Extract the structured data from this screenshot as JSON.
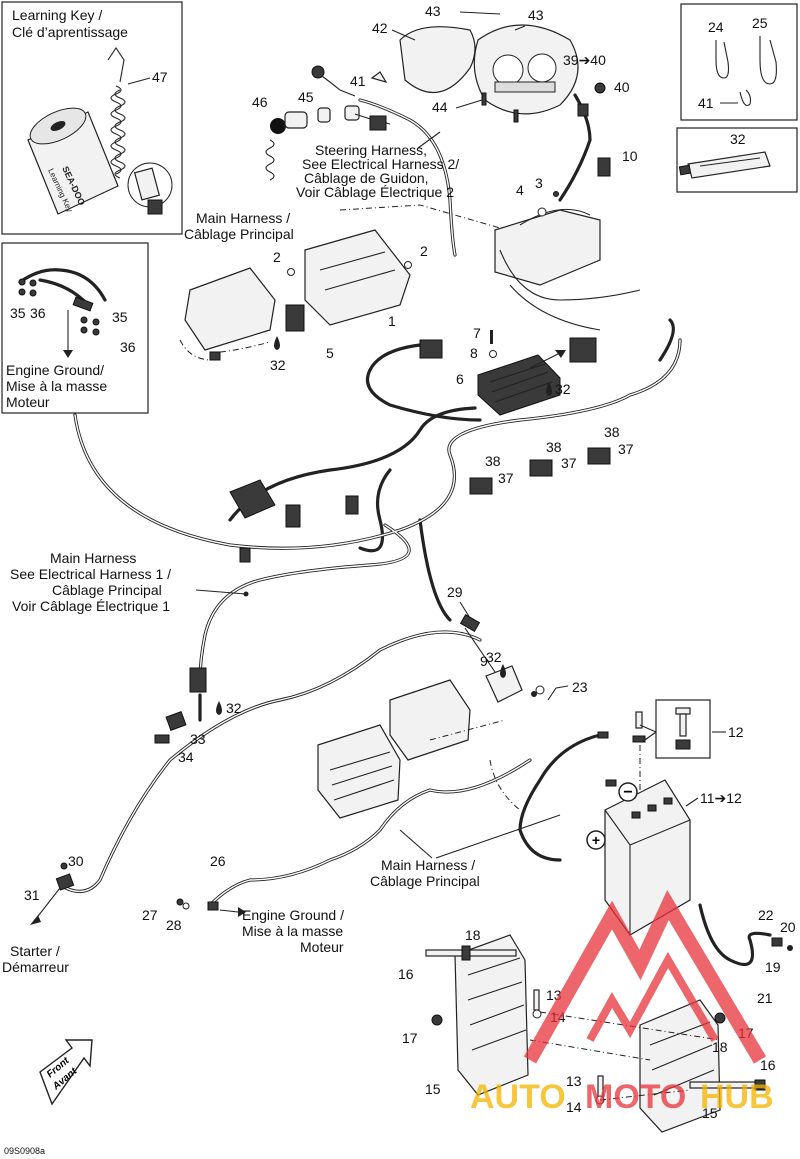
{
  "diagram_code": "09S0908a",
  "watermark": {
    "text_left": "AUTO",
    "text_mid": "MOTO",
    "text_right": "HUB",
    "color": "#e8333a",
    "accent": "#f4b400"
  },
  "boxes": {
    "learning_key": {
      "line1": "Learning Key /",
      "line2": "Clé d’aprentissage",
      "key_text1": "SEA-DOO",
      "key_text2": "Learning Key"
    },
    "engine_ground_top": {
      "line1": "Engine Ground/",
      "line2": "Mise à la masse",
      "line3": "Moteur"
    }
  },
  "labels": {
    "steering_harness": {
      "line1": "Steering Harness,",
      "line2": "See Electrical Harness 2/",
      "line3": "Câblage de Guidon,",
      "line4": "Voir Câblage Électrique 2"
    },
    "main_harness_top": {
      "line1": "Main Harness /",
      "line2": "Câblage Principal"
    },
    "main_harness_left": {
      "line1": "Main Harness",
      "line2": "See Electrical Harness 1 /",
      "line3": "Câblage Principal",
      "line4": "Voir Câblage Électrique 1"
    },
    "main_harness_bottom": {
      "line1": "Main Harness /",
      "line2": "Câblage Principal"
    },
    "engine_ground_bottom": {
      "line1": "Engine Ground /",
      "line2": "Mise à la masse",
      "line3": "Moteur"
    },
    "starter": {
      "line1": "Starter /",
      "line2": "Démarreur"
    },
    "front": {
      "line1": "Front",
      "line2": "Avant"
    },
    "battery_minus": "−",
    "battery_plus": "+"
  },
  "callouts": {
    "c43a": "43",
    "c43b": "43",
    "c42": "42",
    "c39_40": "39➔40",
    "c40": "40",
    "c41a": "41",
    "c46": "46",
    "c45": "45",
    "c47": "47",
    "c44": "44",
    "c24": "24",
    "c25": "25",
    "c41b": "41",
    "c32box": "32",
    "c10": "10",
    "c3": "3",
    "c4": "4",
    "c2a": "2",
    "c2b": "2",
    "c1": "1",
    "c5": "5",
    "c32a": "32",
    "c7": "7",
    "c8": "8",
    "c6": "6",
    "c32b": "32",
    "c35a": "35",
    "c36a": "36",
    "c35b": "35",
    "c36b": "36",
    "c38a": "38",
    "c37a": "37",
    "c38b": "38",
    "c37b": "37",
    "c38c": "38",
    "c37c": "37",
    "c29": "29",
    "c9": "9",
    "c32c": "32",
    "c23": "23",
    "c32d": "32",
    "c33": "33",
    "c34": "34",
    "c12": "12",
    "c11_12": "11➔12",
    "c30": "30",
    "c31": "31",
    "c26": "26",
    "c27": "27",
    "c28": "28",
    "c22": "22",
    "c20": "20",
    "c19": "19",
    "c21": "21",
    "c18a": "18",
    "c16a": "16",
    "c13a": "13",
    "c14a": "14",
    "c17a": "17",
    "c15a": "15",
    "c17b": "17",
    "c18b": "18",
    "c16b": "16",
    "c13b": "13",
    "c14b": "14",
    "c15b": "15"
  }
}
